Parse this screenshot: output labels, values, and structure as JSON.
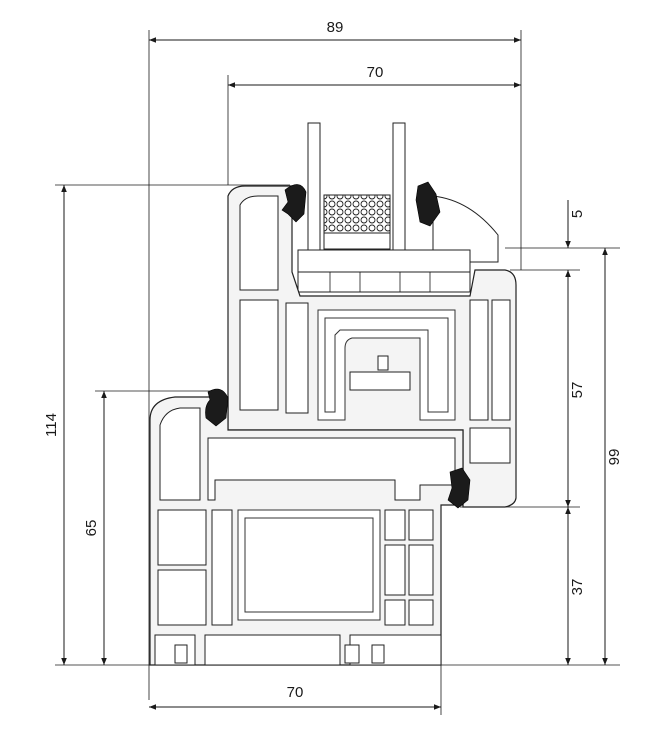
{
  "dimensions": {
    "top_overall": "89",
    "top_sash": "70",
    "bottom_frame": "70",
    "left_overall_height": "114",
    "left_frame_height": "65",
    "right_glazing_rebate": "5",
    "right_sash_height": "57",
    "right_overall_height": "99",
    "right_frame_height": "37"
  },
  "colors": {
    "profile": "#f4f4f4",
    "outline": "#222222",
    "gasket": "#1b1b1b"
  }
}
